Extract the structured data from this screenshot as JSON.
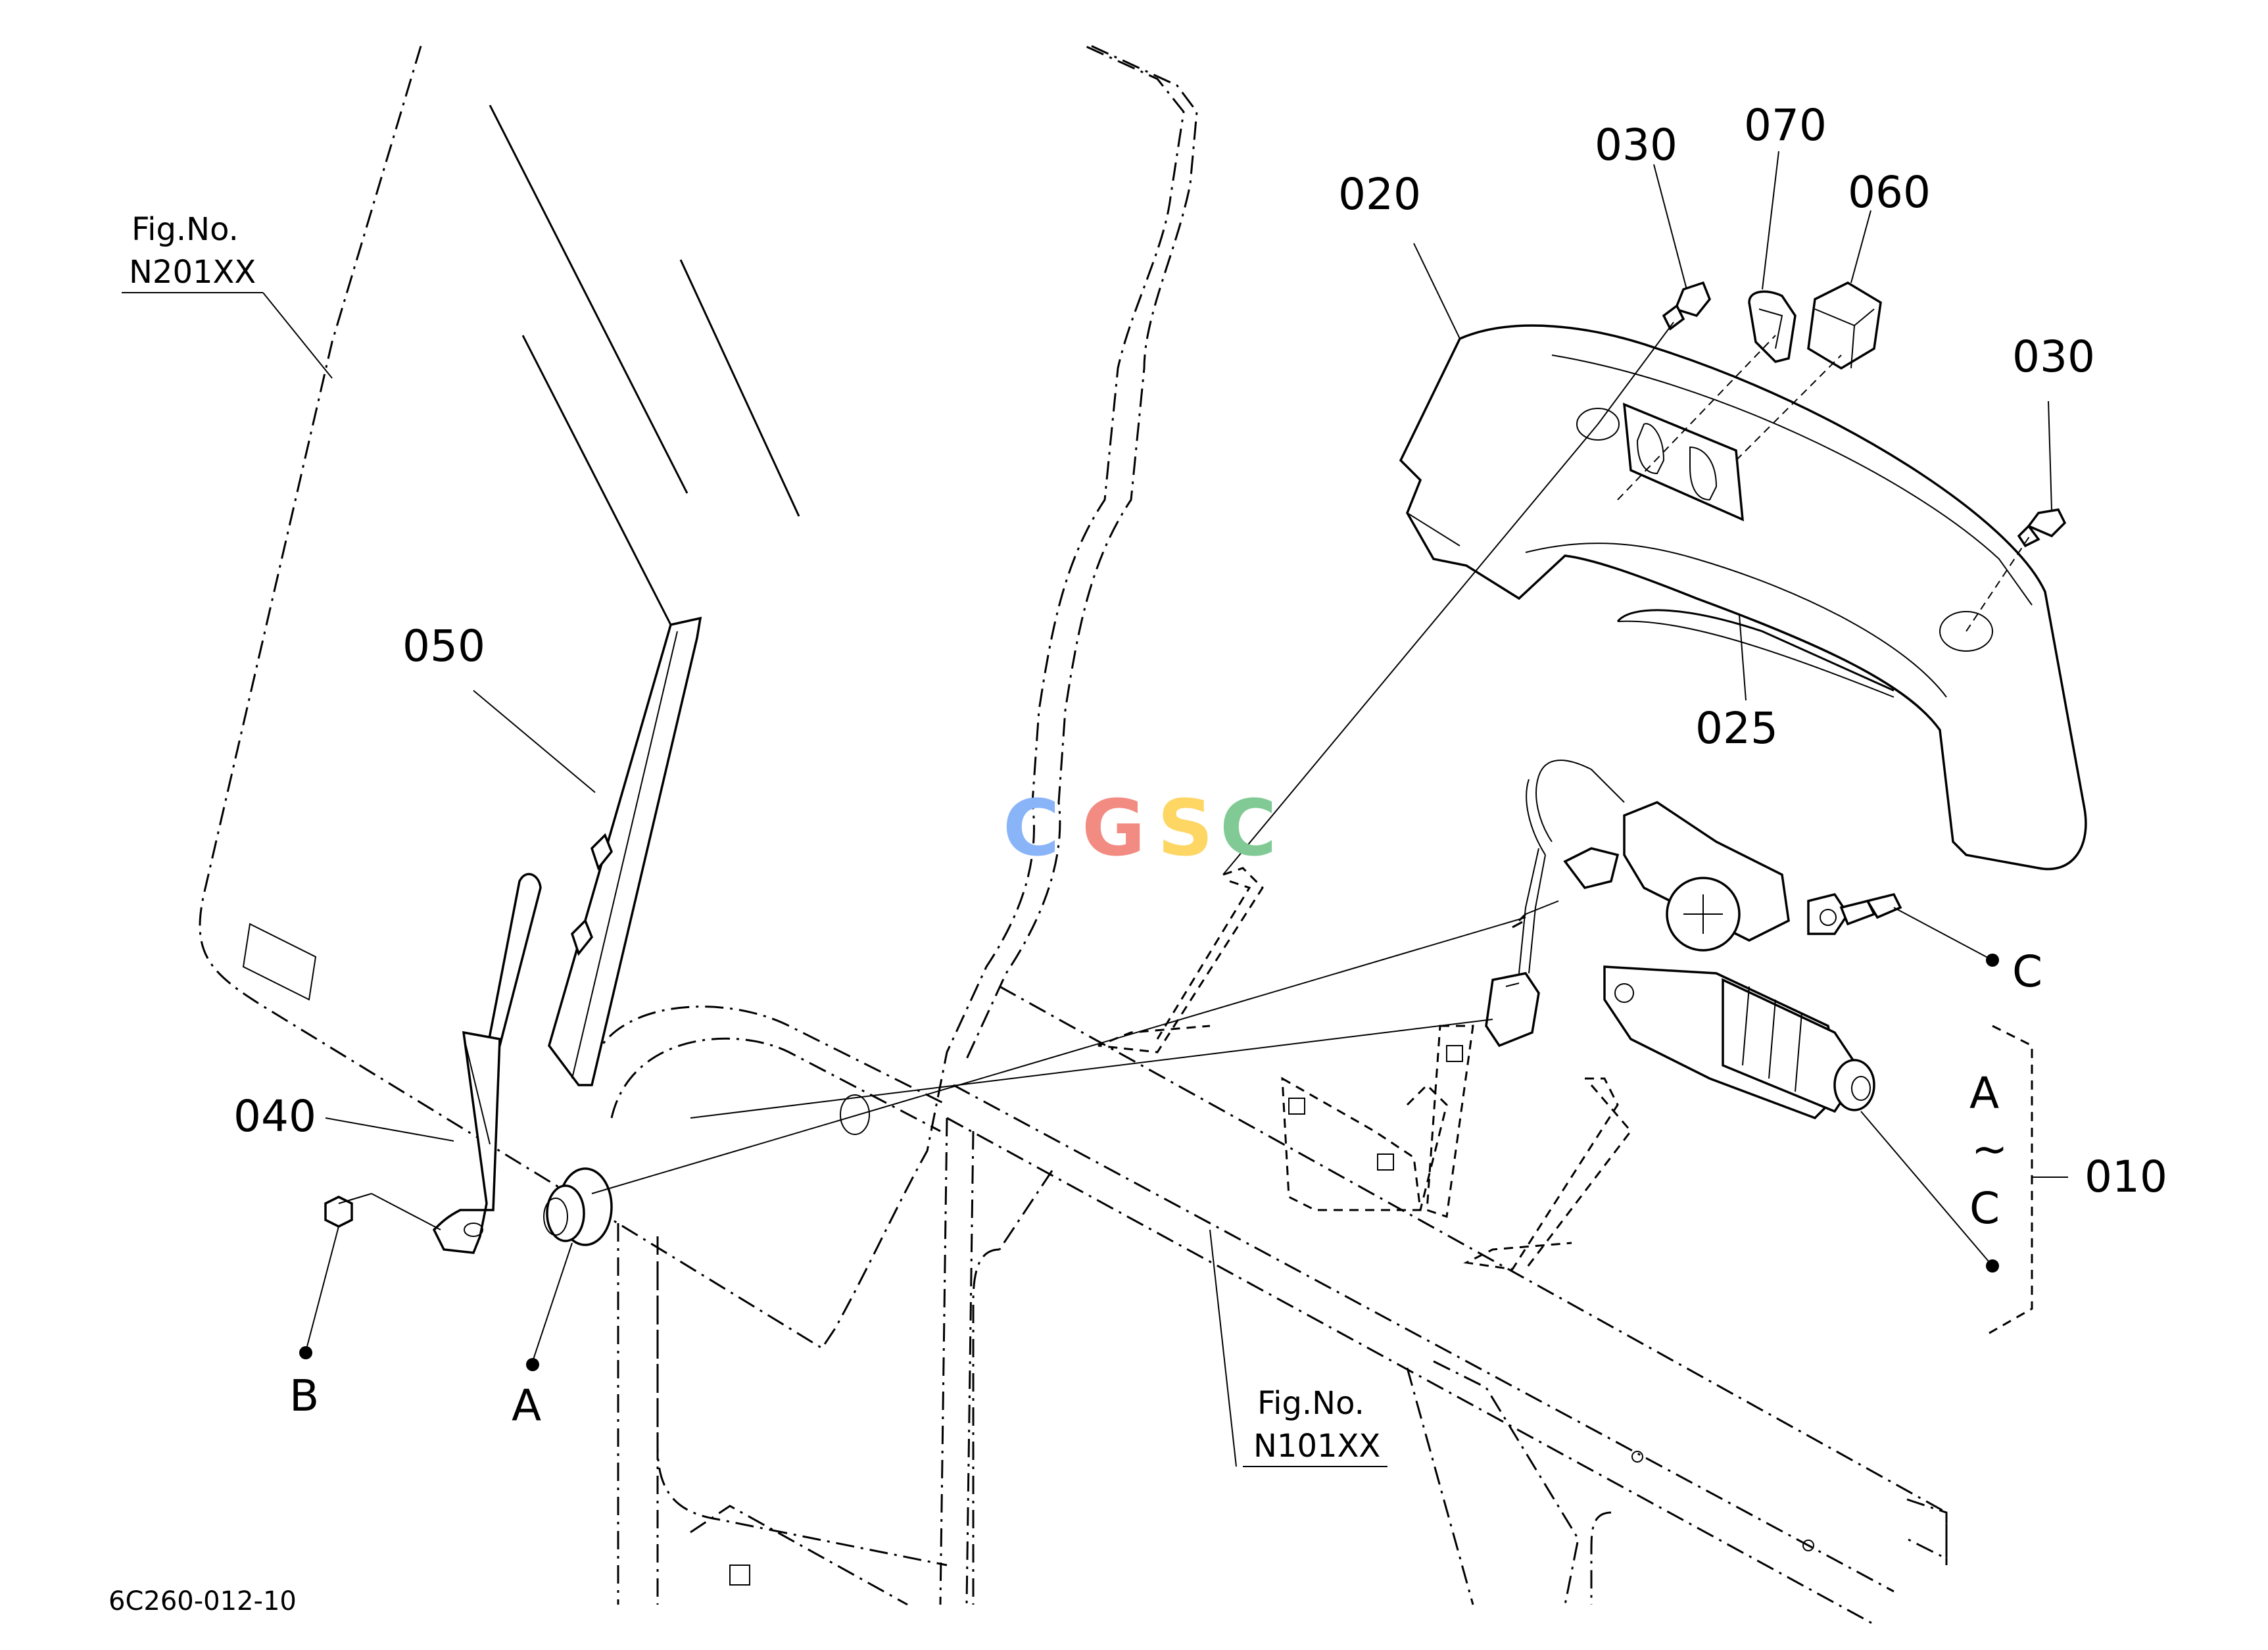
{
  "diagram": {
    "part_labels": {
      "p020": "020",
      "p030a": "030",
      "p070": "070",
      "p060": "060",
      "p030b": "030",
      "p025": "025",
      "p050": "050",
      "p040": "040",
      "p010": "010"
    },
    "reference_points": {
      "a": "A",
      "b": "B",
      "c": "C",
      "range_from": "A",
      "range_tilde": "~",
      "range_to": "C"
    },
    "figure_refs": {
      "left": {
        "line1": "Fig.No.",
        "line2": "N201XX"
      },
      "bottom": {
        "line1": "Fig.No.",
        "line2": "N101XX"
      }
    },
    "watermark": {
      "letters": [
        "C",
        "G",
        "S",
        "C"
      ],
      "colors": [
        "#8ab4f8",
        "#f28b82",
        "#fdd663",
        "#81c995"
      ]
    },
    "drawing_code": "6C260-012-10"
  }
}
